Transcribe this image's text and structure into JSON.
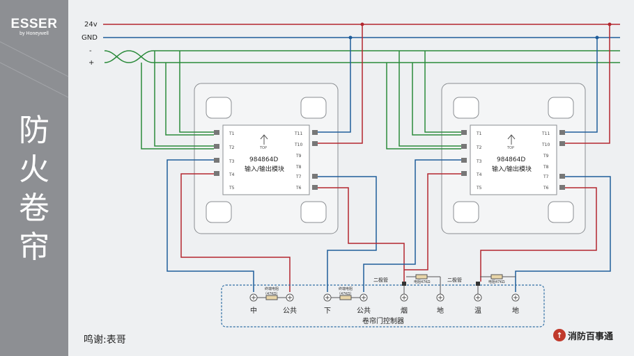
{
  "brand": {
    "name": "ESSER",
    "sub": "by Honeywell"
  },
  "title_chars": [
    "防",
    "火",
    "卷",
    "帘"
  ],
  "bus": {
    "v24": "24v",
    "gnd": "GND",
    "neg": "-",
    "pos": "+"
  },
  "module": {
    "model": "984864D",
    "name": "输入/输出模块",
    "top": "TOP",
    "left_terms": [
      "T1",
      "T2",
      "T3",
      "T4",
      "T5"
    ],
    "right_terms": [
      "T11",
      "T10",
      "T9",
      "T8",
      "T7",
      "T6"
    ]
  },
  "controller": {
    "title": "卷帘门控制器",
    "terminals": [
      "中",
      "公共",
      "下",
      "公共",
      "烟",
      "地",
      "温",
      "地"
    ],
    "resistor1": "终端电阻",
    "resistor1_val": "（47KΩ）",
    "resistor2": "终端电阻",
    "resistor2_val": "（47KΩ）",
    "diode1": "二极管",
    "res3": "电阻47KΩ",
    "diode2": "二极管",
    "res4": "电阻47KΩ"
  },
  "credit": "鸣谢:表哥",
  "logo": {
    "mark": "↑",
    "text": "消防百事通"
  },
  "colors": {
    "red": "#b3262e",
    "blue": "#1f5d9a",
    "green": "#2a8a3a",
    "box": "#2e6da4"
  }
}
